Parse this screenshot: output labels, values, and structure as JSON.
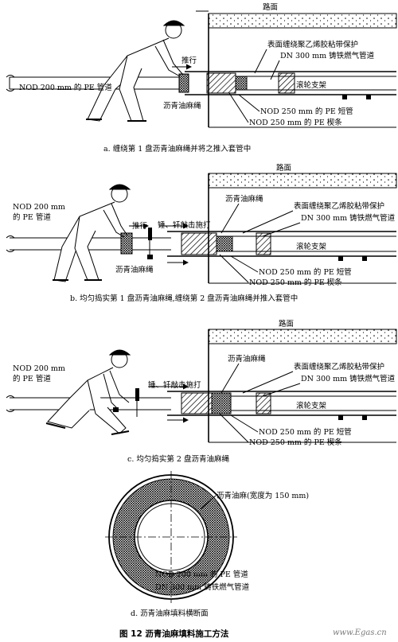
{
  "panel_a": {
    "road": "路面",
    "push": "推行",
    "tape": "表面缠绕聚乙烯胶粘带保护",
    "iron": "DN 300 mm 铸铁燃气管道",
    "pe200": "NOD 200 mm 的 PE 管道",
    "roller": "滚轮支架",
    "rope": "沥青油麻绳",
    "pe250": "NOD 250 mm 的 PE 短管",
    "wedge": "NOD 250 mm 的 PE 楔条",
    "caption": "a. 缠绕第 1 盘沥青油麻绳并将之推入套管中"
  },
  "panel_b": {
    "road": "路面",
    "pe200_l1": "NOD 200 mm",
    "pe200_l2": "的 PE 管道",
    "push": "推行",
    "hammer": "锤、钎敲击施打",
    "rope_top": "沥青油麻绳",
    "tape": "表面缠绕聚乙烯胶粘带保护",
    "iron": "DN 300 mm 铸铁燃气管道",
    "rope_bottom": "沥青油麻绳",
    "roller": "滚轮支架",
    "pe250": "NOD 250 mm 的 PE 短管",
    "wedge": "NOD 250 mm 的 PE 楔条",
    "caption": "b. 均匀捣实第 1 盘沥青油麻绳,缠绕第 2 盘沥青油麻绳并推入套管中"
  },
  "panel_c": {
    "road": "路面",
    "pe200_l1": "NOD 200 mm",
    "pe200_l2": "的 PE 管道",
    "hammer": "锤、钎敲击施打",
    "rope": "沥青油麻绳",
    "tape": "表面缠绕聚乙烯胶粘带保护",
    "iron": "DN 300 mm 铸铁燃气管道",
    "roller": "滚轮支架",
    "pe250": "NOD 250 mm 的 PE 短管",
    "wedge": "NOD 250 mm 的 PE 楔条",
    "caption": "c. 均匀捣实第 2 盘沥青油麻绳"
  },
  "panel_d": {
    "rope": "沥青油麻(宽度为 150 mm)",
    "pe200": "NOD 200 mm 的 PE 管道",
    "iron": "DN 300 mm 铸铁燃气管道",
    "caption": "d. 沥青油麻填料横断面"
  },
  "figure_title": "图 12    沥青油麻填料施工方法",
  "watermark": "www.Egas.cn"
}
